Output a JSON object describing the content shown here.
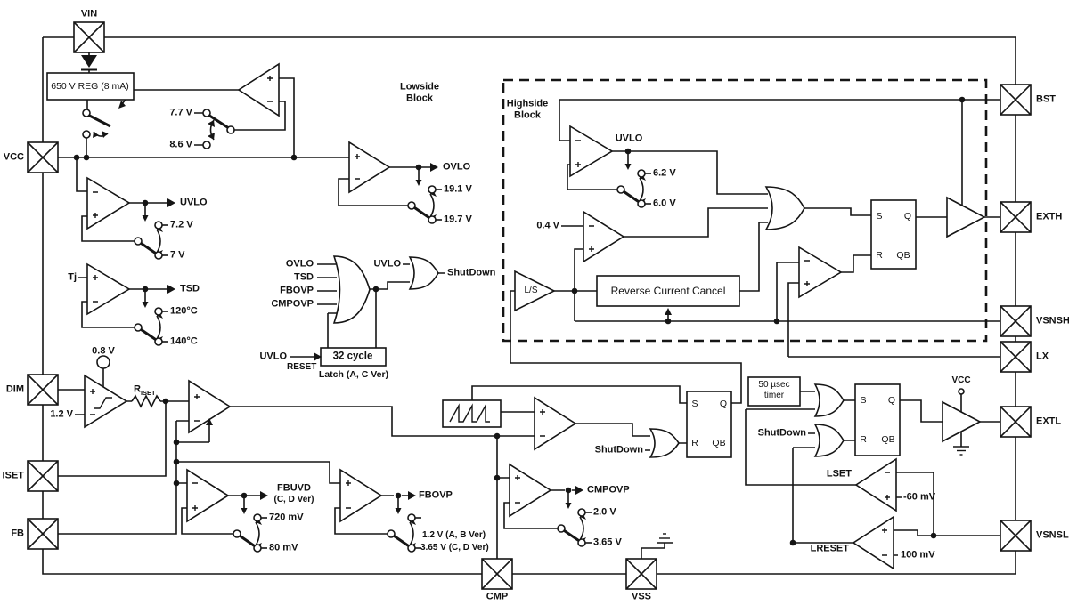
{
  "pins": {
    "vin": "VIN",
    "vcc": "VCC",
    "dim": "DIM",
    "iset": "ISET",
    "fb": "FB",
    "cmp": "CMP",
    "vss": "VSS",
    "bst": "BST",
    "exth": "EXTH",
    "vsnsh": "VSNSH",
    "lx": "LX",
    "extl": "EXTL",
    "vsnsl": "VSNSL"
  },
  "blocks": {
    "lowside1": "Lowside",
    "lowside2": "Block",
    "highside1": "Highside",
    "highside2": "Block"
  },
  "regulator": {
    "box": "650 V REG (8 mA)",
    "th_on": "7.7 V",
    "th_off": "8.6 V"
  },
  "uvlo": {
    "out": "UVLO",
    "th1": "7.2 V",
    "th2": "7 V"
  },
  "tsd": {
    "in": "Tj",
    "out": "TSD",
    "th1": "120°C",
    "th2": "140°C"
  },
  "ovlo": {
    "out": "OVLO",
    "th1": "19.1 V",
    "th2": "19.7 V"
  },
  "shutdown": {
    "in1": "OVLO",
    "in2": "TSD",
    "in3": "FBOVP",
    "in4": "CMPOVP",
    "uvlo": "UVLO",
    "out": "ShutDown",
    "latch": "32 cycle",
    "caption": "Latch (A, C Ver)",
    "reset_src": "UVLO",
    "reset": "RESET"
  },
  "dim": {
    "bias": "0.8 V",
    "ref": "1.2 V",
    "r_main": "R",
    "r_sub": "ISET"
  },
  "fbuvd": {
    "out1": "FBUVD",
    "out2": "(C, D Ver)",
    "th1": "720 mV",
    "th2": "80 mV"
  },
  "fbovp": {
    "out": "FBOVP",
    "th1": "1.2 V (A, B Ver)",
    "th2": "3.65 V (C, D Ver)"
  },
  "cmpovp": {
    "out": "CMPOVP",
    "th1": "2.0 V",
    "th2": "3.65 V"
  },
  "pwm": {
    "shutdown": "ShutDown"
  },
  "latch1": {
    "s": "S",
    "q": "Q",
    "r": "R",
    "qb": "QB"
  },
  "latch2": {
    "s": "S",
    "q": "Q",
    "r": "R",
    "qb": "QB"
  },
  "hs": {
    "uvlo": "UVLO",
    "th1": "6.2 V",
    "th2": "6.0 V",
    "ref": "0.4 V",
    "ls": "L/S",
    "rcc": "Reverse Current Cancel",
    "latch_s": "S",
    "latch_q": "Q",
    "latch_r": "R",
    "latch_qb": "QB"
  },
  "drive": {
    "timer1": "50 µsec",
    "timer2": "timer",
    "shutdown": "ShutDown",
    "lset": "LSET",
    "lset_th": "-60 mV",
    "lreset": "LRESET",
    "lreset_th": "100 mV",
    "vcc": "VCC"
  }
}
